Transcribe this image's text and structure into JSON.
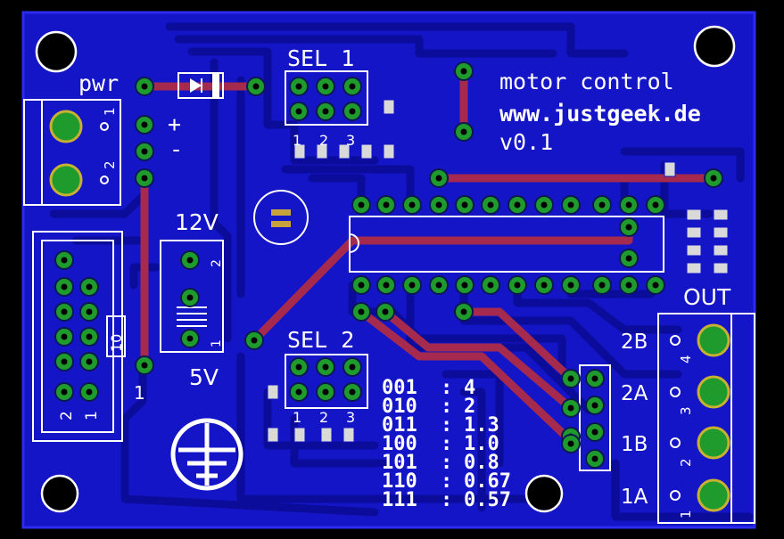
{
  "board": {
    "title": "motor control",
    "url": "www.justgeek.de",
    "version": "v0.1"
  },
  "power": {
    "label": "pwr",
    "plus": "+",
    "minus": "-",
    "terminal_pin_1": "1",
    "terminal_pin_2": "2"
  },
  "voltage_selector": {
    "upper": "12V",
    "lower": "5V",
    "pin_1": "1",
    "pin_2": "2"
  },
  "sel1": {
    "label": "SEL 1",
    "pins": [
      "1",
      "2",
      "3"
    ]
  },
  "sel2": {
    "label": "SEL 2",
    "pins": [
      "1",
      "2",
      "3"
    ]
  },
  "header": {
    "pin_2": "2",
    "pin_1": "1",
    "resistor": "10",
    "marker": "1"
  },
  "output": {
    "label": "OUT",
    "channels": [
      "2B",
      "2A",
      "1B",
      "1A"
    ],
    "pin_numbers": [
      "4",
      "3",
      "2",
      "1"
    ]
  },
  "ratio_table": [
    {
      "code": "001",
      "sep": ":",
      "value": "4"
    },
    {
      "code": "010",
      "sep": ":",
      "value": "2"
    },
    {
      "code": "011",
      "sep": ":",
      "value": "1.3"
    },
    {
      "code": "100",
      "sep": ":",
      "value": "1.0"
    },
    {
      "code": "101",
      "sep": ":",
      "value": "0.8"
    },
    {
      "code": "110",
      "sep": ":",
      "value": "0.67"
    },
    {
      "code": "111",
      "sep": ":",
      "value": "0.57"
    }
  ],
  "colors": {
    "board": "#000000",
    "copper_bottom": "#1515c8",
    "trace_bottom": "#0c0c9a",
    "trace_top": "#a52a4e",
    "pad": "#1f9a2c",
    "silkscreen": "#ffffff"
  },
  "icons": [
    "diode-symbol",
    "capacitor-symbol",
    "ground-logo",
    "mounting-hole"
  ]
}
